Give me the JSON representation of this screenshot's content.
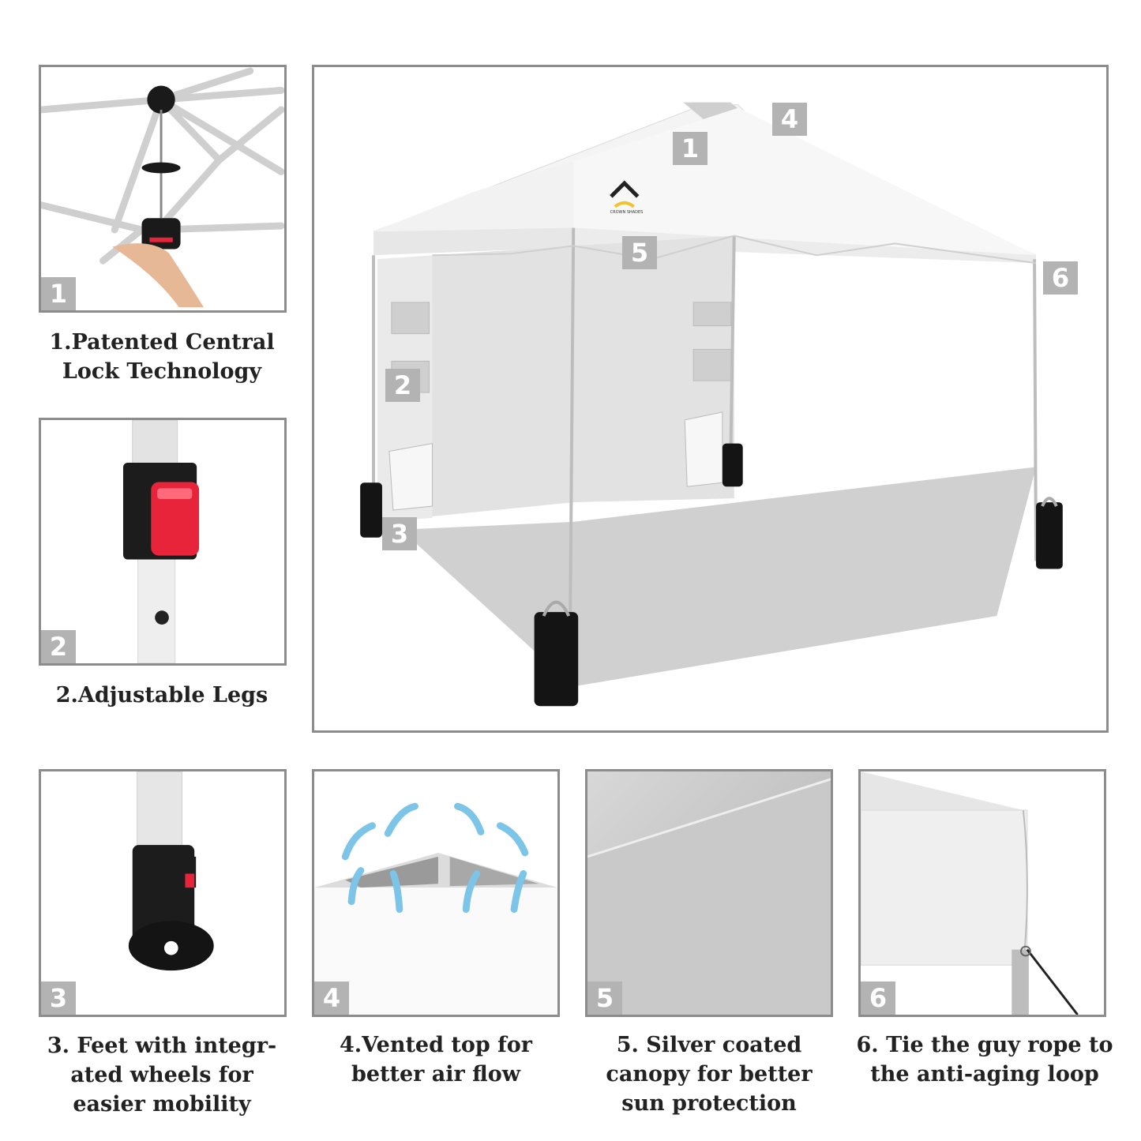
{
  "features": [
    {
      "number": "1",
      "caption": "1.Patented Central\nLock Technology"
    },
    {
      "number": "2",
      "caption": "2.Adjustable Legs"
    },
    {
      "number": "3",
      "caption": "3. Feet with integr-\nated wheels for\neasier mobility"
    },
    {
      "number": "4",
      "caption": "4.Vented top for\nbetter air flow"
    },
    {
      "number": "5",
      "caption": "5. Silver coated\ncanopy for better\nsun protection"
    },
    {
      "number": "6",
      "caption": "6. Tie the guy rope to\nthe anti-aging loop"
    }
  ],
  "main_labels": [
    "1",
    "2",
    "3",
    "4",
    "5",
    "6"
  ],
  "brand": "CROWN SHADES",
  "colors": {
    "border": "#8c8c8c",
    "badge": "#b3b3b3",
    "lock_red": "#e8243a",
    "arrow": "#7cc4e8"
  }
}
